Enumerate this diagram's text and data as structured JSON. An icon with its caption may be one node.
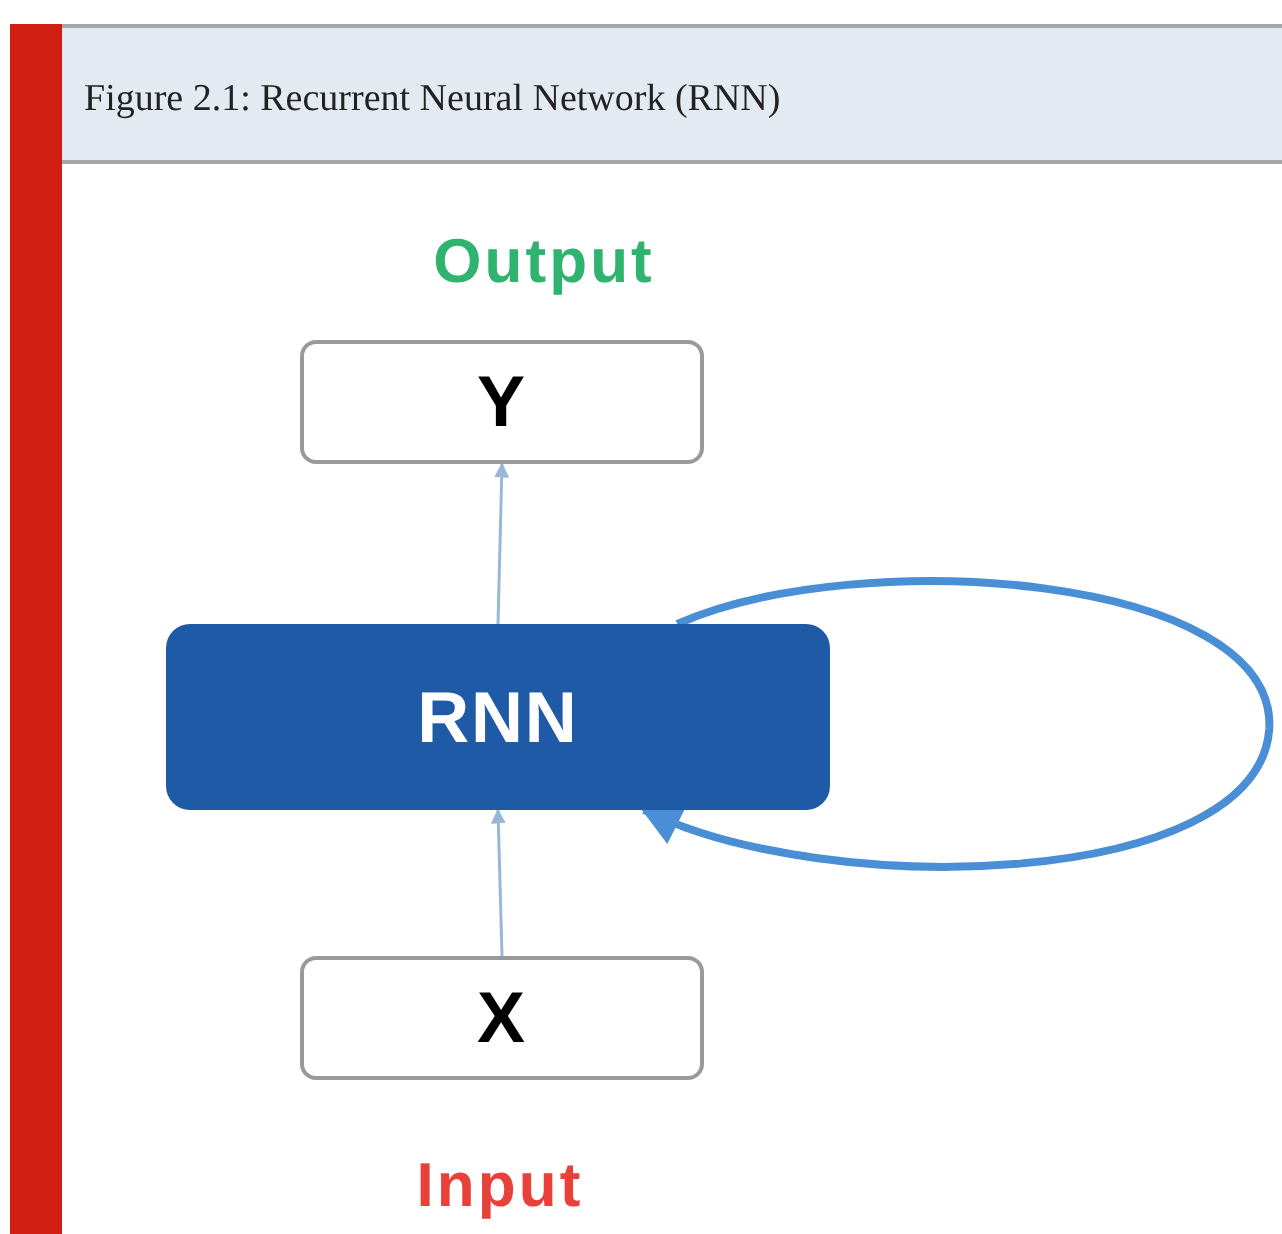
{
  "diagram": {
    "title": "Figure 2.1: Recurrent Neural Network (RNN)",
    "nodes": [
      {
        "text": [
          "Y"
        ],
        "beside": [
          "Output"
        ]
      },
      {
        "text": [
          "RNN"
        ]
      },
      {
        "text": [
          "X"
        ],
        "beside": [
          "Input"
        ]
      }
    ],
    "edges": [
      {
        "from": 2,
        "to": 1,
        "arrow": "to"
      },
      {
        "from": 1,
        "to": 0,
        "arrow": "to"
      },
      {
        "from": 1,
        "to": 1,
        "arrow": "to",
        "style": "thick",
        "color": "#4a8fd6"
      }
    ]
  }
}
